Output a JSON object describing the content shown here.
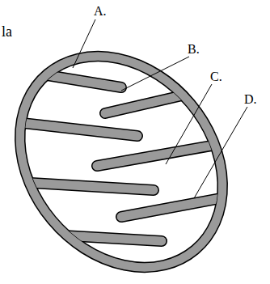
{
  "diagram": {
    "labels": [
      "la",
      "A.",
      "B.",
      "C.",
      "D."
    ]
  }
}
